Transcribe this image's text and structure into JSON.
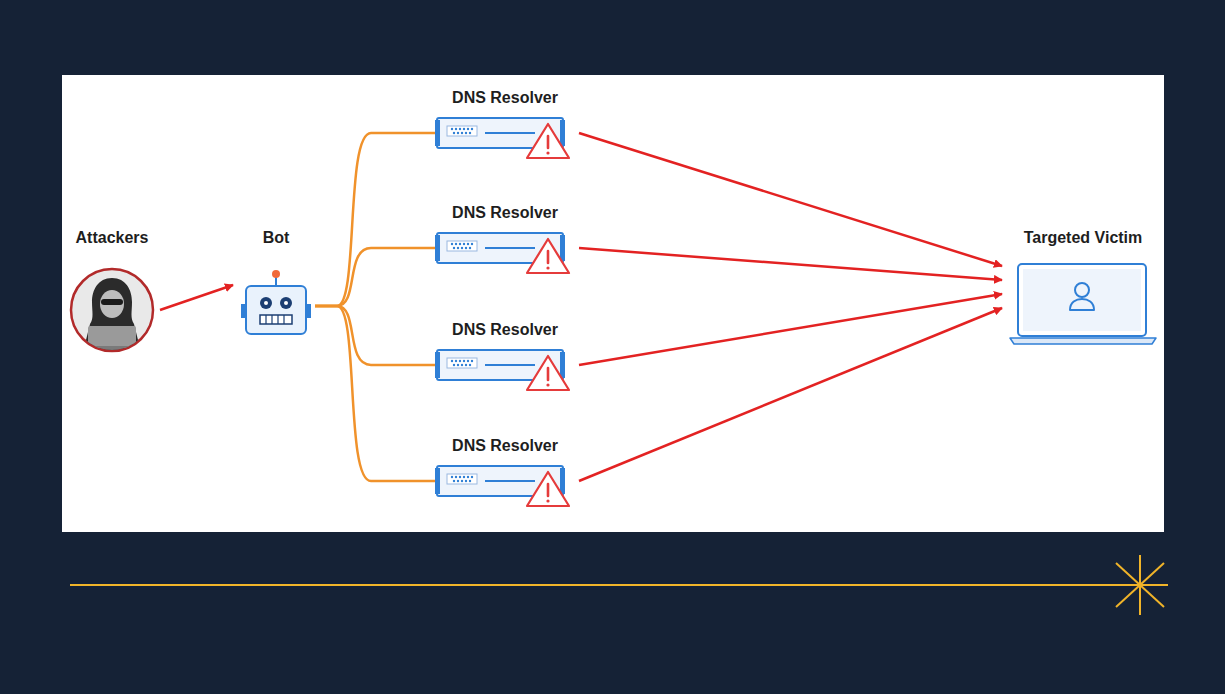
{
  "diagram": {
    "nodes": [
      {
        "text": [
          "Attackers"
        ]
      },
      {
        "text": [
          "Bot"
        ]
      },
      {
        "text": [
          "DNS Resolver"
        ]
      },
      {
        "text": [
          "DNS Resolver"
        ]
      },
      {
        "text": [
          "DNS Resolver"
        ]
      },
      {
        "text": [
          "DNS Resolver"
        ]
      },
      {
        "text": [
          "Targeted Victim"
        ]
      }
    ],
    "edges": [
      {
        "from": 0,
        "to": 1,
        "arrow": "to"
      },
      {
        "from": 1,
        "to": 2,
        "arrow": "none"
      },
      {
        "from": 1,
        "to": 3,
        "arrow": "none"
      },
      {
        "from": 1,
        "to": 4,
        "arrow": "none"
      },
      {
        "from": 1,
        "to": 5,
        "arrow": "none"
      },
      {
        "from": 2,
        "to": 6,
        "arrow": "to"
      },
      {
        "from": 3,
        "to": 6,
        "arrow": "to"
      },
      {
        "from": 4,
        "to": 6,
        "arrow": "to"
      },
      {
        "from": 5,
        "to": 6,
        "arrow": "to"
      }
    ]
  }
}
